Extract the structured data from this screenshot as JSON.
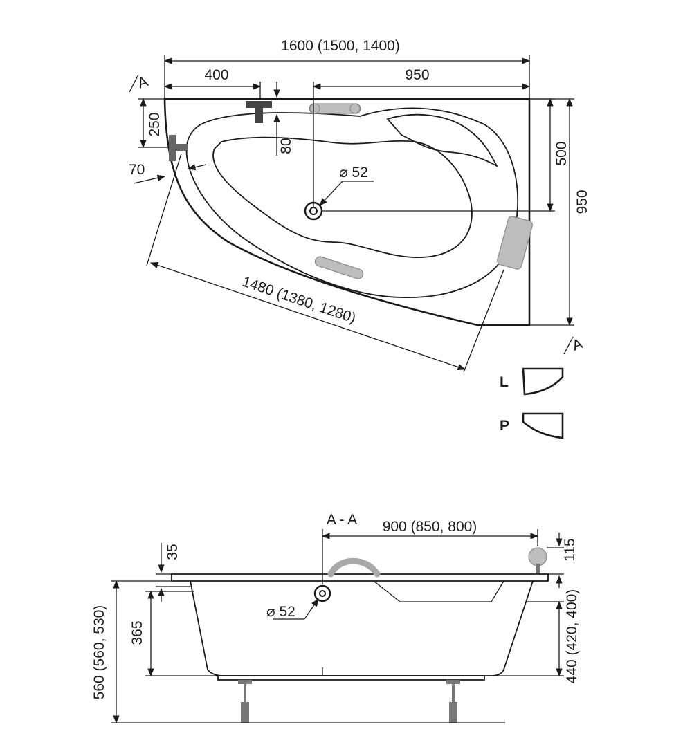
{
  "top_view": {
    "overall_length": "1600 (1500, 1400)",
    "dim_left": "400",
    "dim_right": "950",
    "dim_250": "250",
    "dim_80": "80",
    "dim_70": "70",
    "dim_500": "500",
    "dim_950_v": "950",
    "drain": "⌀ 52",
    "diagonal": "1480 (1380, 1280)",
    "section_mark": "A"
  },
  "variants": {
    "left_label": "L",
    "right_label": "P"
  },
  "section_view": {
    "section_label": "A - A",
    "dim_900": "900 (850, 800)",
    "dim_35": "35",
    "dim_115": "115",
    "drain": "⌀ 52",
    "dim_365": "365",
    "dim_560": "560 (560, 530)",
    "dim_440": "440 (420, 400)"
  }
}
